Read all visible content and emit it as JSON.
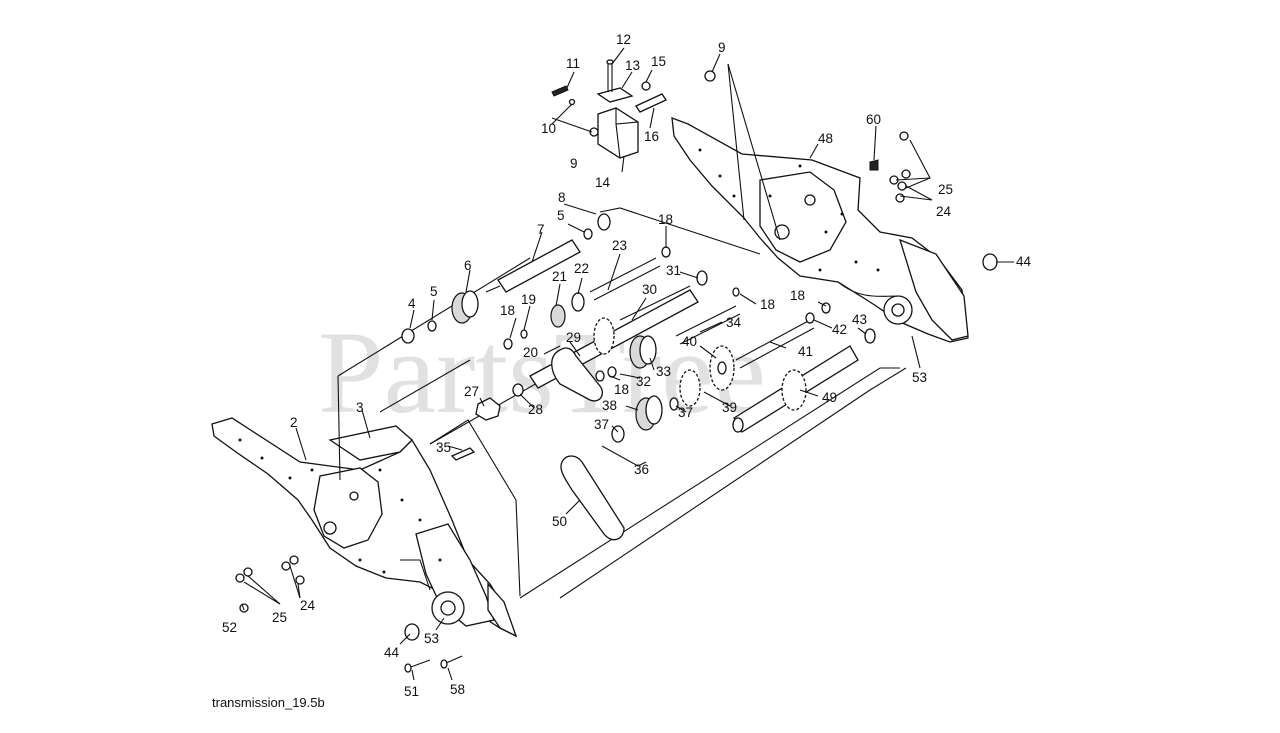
{
  "caption": "transmission_19.5b",
  "watermark": "PartsTree",
  "callouts": {
    "c2": "2",
    "c3": "3",
    "c4": "4",
    "c5a": "5",
    "c5b": "5",
    "c6": "6",
    "c7": "7",
    "c8": "8",
    "c9a": "9",
    "c9b": "9",
    "c10": "10",
    "c11": "11",
    "c12": "12",
    "c13": "13",
    "c14": "14",
    "c15": "15",
    "c16": "16",
    "c18a": "18",
    "c18b": "18",
    "c18c": "18",
    "c18d": "18",
    "c18e": "18",
    "c19": "19",
    "c20": "20",
    "c21": "21",
    "c22": "22",
    "c23": "23",
    "c24a": "24",
    "c24b": "24",
    "c25a": "25",
    "c25b": "25",
    "c27": "27",
    "c28": "28",
    "c29": "29",
    "c30": "30",
    "c31": "31",
    "c32": "32",
    "c33": "33",
    "c34": "34",
    "c35": "35",
    "c36": "36",
    "c37a": "37",
    "c37b": "37",
    "c38": "38",
    "c39": "39",
    "c40": "40",
    "c41": "41",
    "c42": "42",
    "c43": "43",
    "c44a": "44",
    "c44b": "44",
    "c48": "48",
    "c49": "49",
    "c50": "50",
    "c51": "51",
    "c52": "52",
    "c53a": "53",
    "c53b": "53",
    "c58": "58",
    "c60": "60"
  }
}
